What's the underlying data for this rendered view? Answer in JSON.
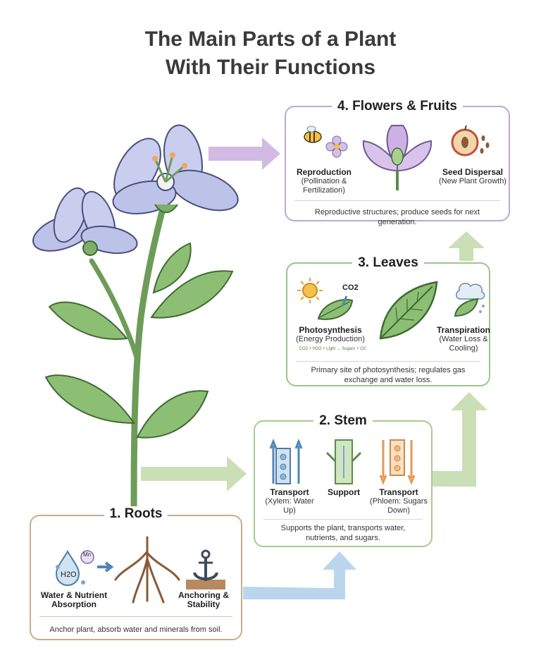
{
  "title_line1": "The Main Parts of a Plant",
  "title_line2": "With Their Functions",
  "colors": {
    "roots": "#c9ae8a",
    "stem": "#a8cc8c",
    "leaves": "#9cc58a",
    "flowers": "#bfa6d6",
    "arrow_blue": "#a9cbe6",
    "arrow_green": "#bedaa6",
    "arrow_purple": "#c7a9dc"
  },
  "roots": {
    "title": "1. Roots",
    "water_label": "Water & Nutrient",
    "water_label2": "Absorption",
    "h2o": "H2O",
    "mineral": "Mn",
    "anchor_label": "Anchoring &",
    "anchor_label2": "Stability",
    "desc": "Anchor plant, absorb water and minerals from soil."
  },
  "stem": {
    "title": "2. Stem",
    "xylem_label": "Transport",
    "xylem_sub": "(Xylem: Water Up)",
    "support_label": "Support",
    "phloem_label": "Transport",
    "phloem_sub": "(Phloem: Sugars Down)",
    "desc": "Supports the plant, transports water, nutrients, and sugars."
  },
  "leaves": {
    "title": "3. Leaves",
    "co2": "CO2",
    "photo_label": "Photosynthesis",
    "photo_sub": "(Energy Production)",
    "equation": "CO2 + H2O + Light → Sugars + O2",
    "trans_label": "Transpiration",
    "trans_sub": "(Water Loss & Cooling)",
    "desc": "Primary site of photosynthesis; regulates gas exchange and water loss."
  },
  "flowers": {
    "title": "4. Flowers & Fruits",
    "repro_label": "Reproduction",
    "repro_sub": "(Pollination & Fertilization)",
    "seed_label": "Seed Dispersal",
    "seed_sub": "(New Plant Growth)",
    "desc": "Reproductive structures; produce seeds for next generation."
  }
}
